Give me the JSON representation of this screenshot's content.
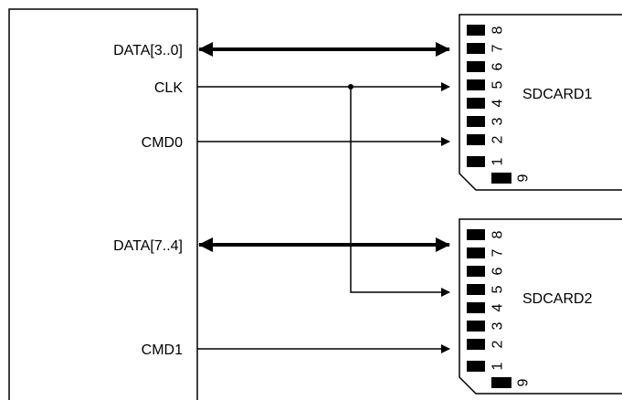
{
  "signals": {
    "data_low": "DATA[3..0]",
    "clk": "CLK",
    "cmd0": "CMD0",
    "data_high": "DATA[7..4]",
    "cmd1": "CMD1"
  },
  "cards": [
    {
      "name": "SDCARD1",
      "pins": [
        "8",
        "7",
        "6",
        "5",
        "4",
        "3",
        "2",
        "1"
      ],
      "pin9": "9"
    },
    {
      "name": "SDCARD2",
      "pins": [
        "8",
        "7",
        "6",
        "5",
        "4",
        "3",
        "2",
        "1"
      ],
      "pin9": "9"
    }
  ],
  "colors": {
    "line": "#000000",
    "background": "#ffffff"
  }
}
